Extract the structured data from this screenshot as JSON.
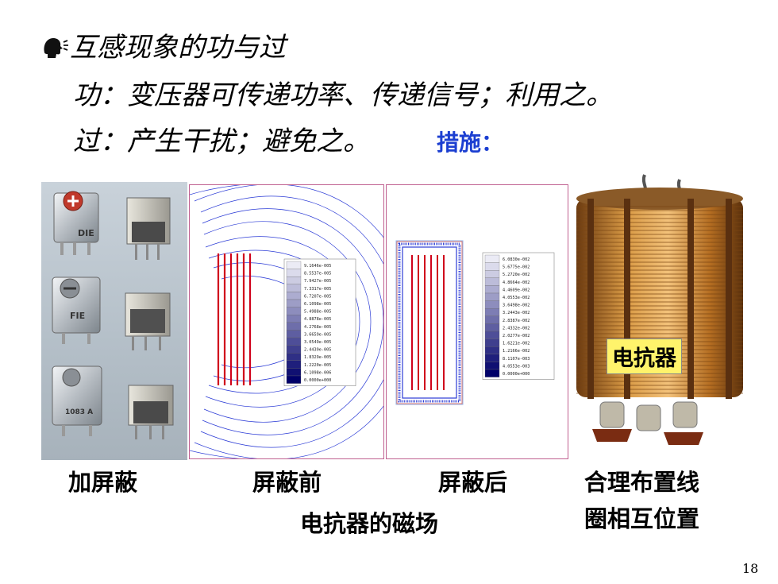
{
  "title": "互感现象的功与过",
  "lines": {
    "gong": "功：变压器可传递功率、传递信号；利用之。",
    "guo": "过：产生干扰；避免之。",
    "measures": "措施："
  },
  "photo_labels": {
    "label_a": "DIE",
    "label_b": "FIE",
    "label_c": "1083 A"
  },
  "legend_before": [
    "9.1646e-005",
    "8.5537e-005",
    "7.9427e-005",
    "7.3317e-005",
    "6.7207e-005",
    "6.1098e-005",
    "5.4988e-005",
    "4.8878e-005",
    "4.2768e-005",
    "3.6659e-005",
    "3.0549e-005",
    "2.4439e-005",
    "1.8329e-005",
    "1.2220e-005",
    "6.1098e-006",
    "0.0000e+000"
  ],
  "legend_after": [
    "6.0830e-002",
    "5.6775e-002",
    "5.2720e-002",
    "4.8664e-002",
    "4.4609e-002",
    "4.0553e-002",
    "3.6498e-002",
    "3.2443e-002",
    "2.8387e-002",
    "2.4332e-002",
    "2.0277e-002",
    "1.6221e-002",
    "1.2166e-002",
    "8.1107e-003",
    "4.0553e-003",
    "0.0000e+000"
  ],
  "reactor_badge": "电抗器",
  "captions": {
    "shielding": "加屏蔽",
    "before": "屏蔽前",
    "after": "屏蔽后",
    "arrange_line1": "合理布置线",
    "arrange_line2": "圈相互位置",
    "reactor_field": "电抗器的磁场"
  },
  "page_number": "18",
  "colors": {
    "measures_text": "#1c3fd1",
    "coil_red": "#d0021b",
    "badge_bg": "#fff36b",
    "field_line": "#2b3bd6"
  },
  "icons": {
    "bullet": "speaking-head-icon"
  }
}
